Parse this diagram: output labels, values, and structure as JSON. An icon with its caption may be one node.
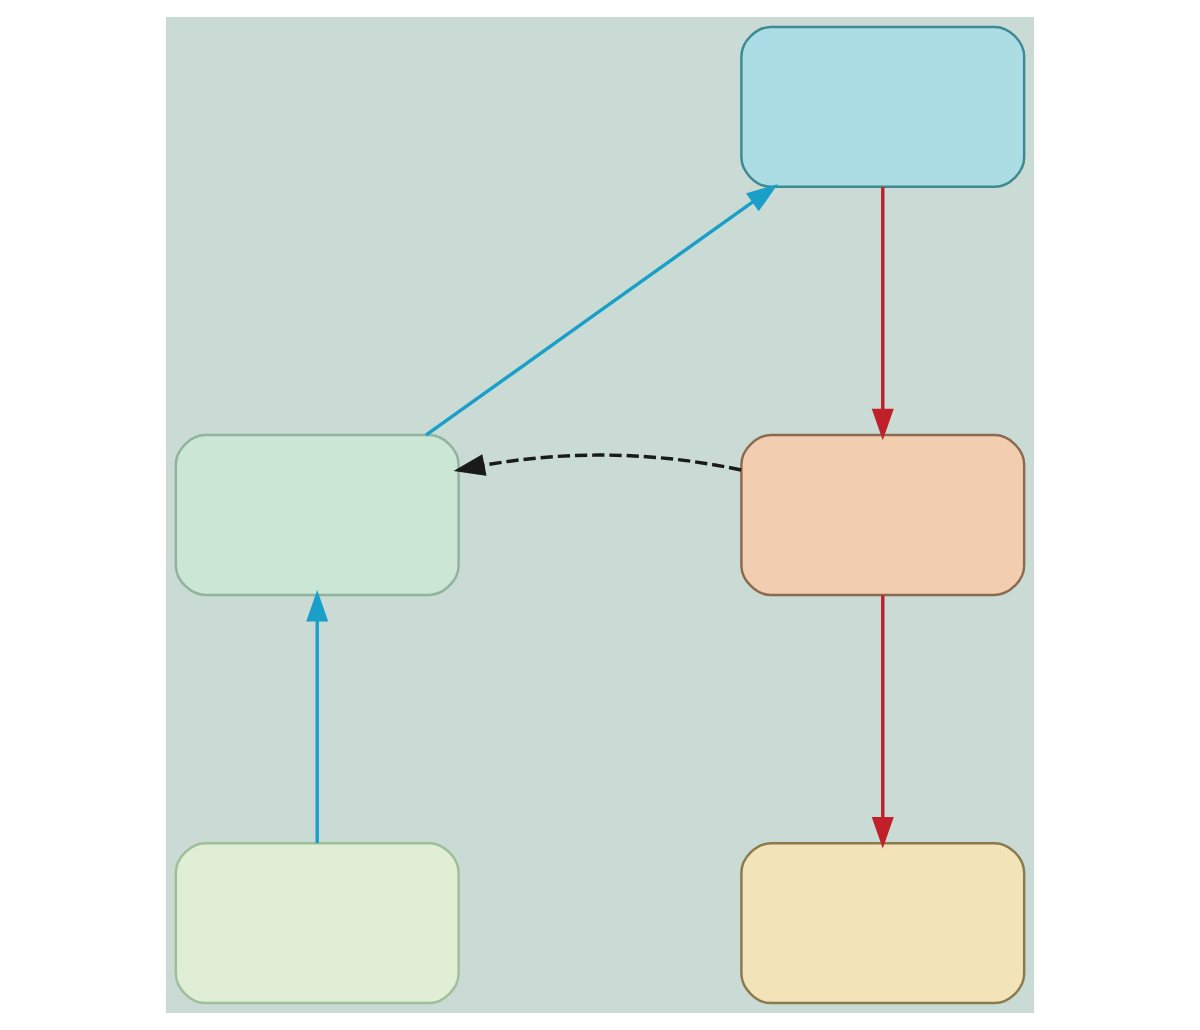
{
  "diagram": {
    "nodes": [
      {
        "text": [],
        "shape": "box"
      },
      {
        "text": [],
        "shape": "box"
      },
      {
        "text": [],
        "shape": "box"
      },
      {
        "text": [],
        "shape": "box"
      },
      {
        "text": [],
        "shape": "box"
      }
    ],
    "edges": [
      {
        "from": 1,
        "to": 0,
        "arrow": "to",
        "color": "#1a9fc9"
      },
      {
        "from": 0,
        "to": 2,
        "arrow": "to",
        "color": "#c0202a"
      },
      {
        "from": 2,
        "to": 1,
        "arrow": "to",
        "style": "dashed",
        "color": "#1a1a1a"
      },
      {
        "from": 3,
        "to": 1,
        "arrow": "to",
        "color": "#1a9fc9"
      },
      {
        "from": 2,
        "to": 4,
        "arrow": "to",
        "color": "#c0202a"
      }
    ]
  }
}
